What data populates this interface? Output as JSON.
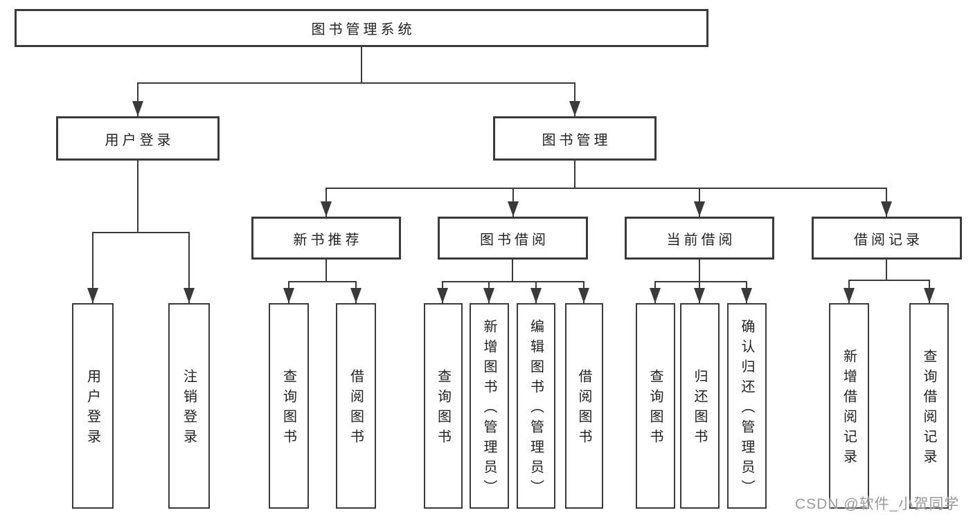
{
  "nodes": {
    "root": "图书管理系统",
    "user_login": "用户登录",
    "book_mgmt": "图书管理",
    "new_book_rec": "新书推荐",
    "book_borrow": "图书借阅",
    "current_borrow": "当前借阅",
    "borrow_records": "借阅记录",
    "user_login_leaf": "用户登录",
    "logout_leaf": "注销登录",
    "nb_query_books": "查询图书",
    "nb_borrow_books": "借阅图书",
    "bb_query_books": "查询图书",
    "bb_add_books": "新增图书（管理员）",
    "bb_edit_books": "编辑图书（管理员）",
    "bb_borrow_books": "借阅图书",
    "cb_query_books": "查询图书",
    "cb_return_books": "归还图书",
    "cb_confirm_return": "确认归还（管理员）",
    "br_add_record": "新增借阅记录",
    "br_query_record": "查询借阅记录"
  },
  "watermark": "CSDN @软件_小贺同学",
  "colors": {
    "line": "#3a3a3a",
    "text": "#222222",
    "watermark": "#9b9b9b",
    "background": "#ffffff"
  }
}
